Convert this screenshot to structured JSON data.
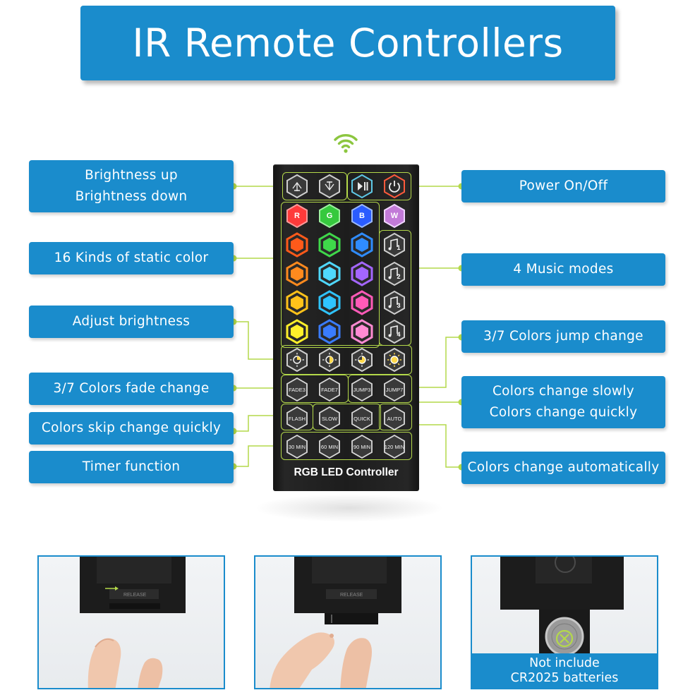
{
  "title": "IR Remote Controllers",
  "labels": {
    "brightness_up": "Brightness up",
    "brightness_down": "Brightness down",
    "static_color": "16 Kinds of static color",
    "adjust_brightness": "Adjust brightness",
    "fade_change": "3/7 Colors fade change",
    "skip_change": "Colors skip change quickly",
    "timer": "Timer function",
    "power": "Power On/Off",
    "music": "4 Music modes",
    "jump_change": "3/7 Colors jump change",
    "slowly": "Colors change slowly",
    "quickly": "Colors change quickly",
    "auto": "Colors change automatically"
  },
  "remote": {
    "name": "RGB LED Controller",
    "buttons": {
      "red": "R",
      "green": "G",
      "blue": "B",
      "white": "W",
      "music1": "1",
      "music2": "2",
      "music3": "3",
      "music4": "4",
      "fade3": "FADE3",
      "fade7": "FADE7",
      "jump3": "JUMP3",
      "jump7": "JUMP7",
      "flash": "FLASH",
      "slow": "SLOW",
      "quick": "QUICK",
      "auto": "AUTO",
      "t30": "30 MIN",
      "t60": "60 MIN",
      "t90": "90 MIN",
      "t120": "120 MIN"
    },
    "static_colors": [
      "#ff5a1a",
      "#3fd84a",
      "#2f8cff",
      "#ff8a1e",
      "#4fd8ff",
      "#a466ff",
      "#ffc21a",
      "#2fc4ff",
      "#ff5ab8",
      "#fff02a",
      "#3a7cff",
      "#ff8ad2"
    ],
    "accent": "#b4d94a"
  },
  "battery_note": {
    "line1": "Not include",
    "line2": "CR2025 batteries"
  },
  "colors": {
    "banner": "#1a8ccc",
    "connector": "#b4d94a",
    "remote_body": "#1d1d1d"
  }
}
